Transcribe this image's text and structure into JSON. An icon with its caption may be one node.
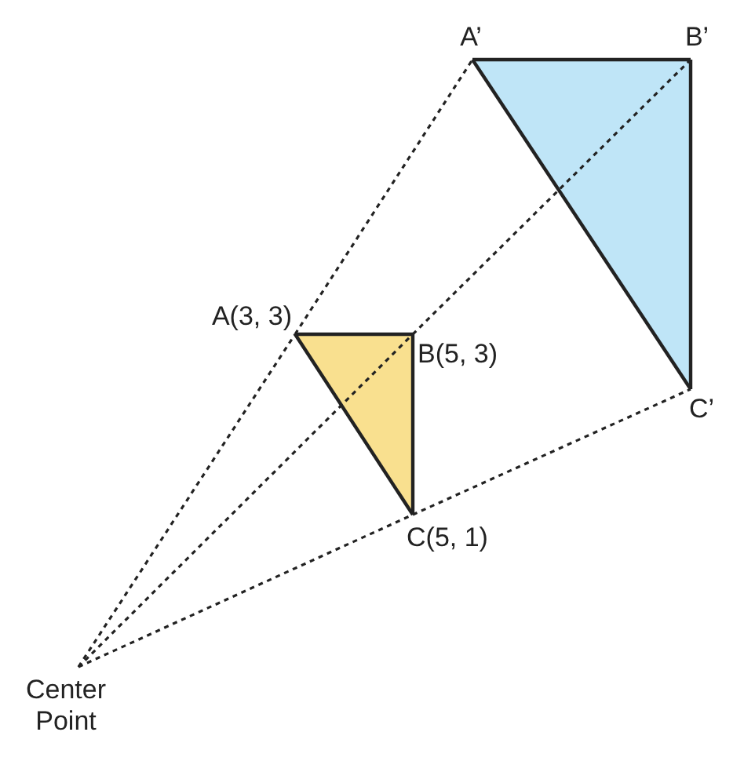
{
  "diagram": {
    "nodes": [
      {
        "text": [
          "Center Point"
        ]
      },
      {
        "text": [
          "A(3, 3)"
        ]
      },
      {
        "text": [
          "B(5, 3)"
        ]
      },
      {
        "text": [
          "C(5, 1)"
        ]
      },
      {
        "text": [
          "A’"
        ]
      },
      {
        "text": [
          "B’"
        ]
      },
      {
        "text": [
          "C’"
        ]
      }
    ],
    "edges": [
      {
        "from": 0,
        "to": 1,
        "arrow": "none",
        "style": "dashed"
      },
      {
        "from": 1,
        "to": 4,
        "arrow": "none",
        "style": "dashed"
      },
      {
        "from": 0,
        "to": 2,
        "arrow": "none",
        "style": "dashed"
      },
      {
        "from": 2,
        "to": 5,
        "arrow": "none",
        "style": "dashed"
      },
      {
        "from": 0,
        "to": 3,
        "arrow": "none",
        "style": "dashed"
      },
      {
        "from": 3,
        "to": 6,
        "arrow": "none",
        "style": "dashed"
      },
      {
        "from": 1,
        "to": 2,
        "arrow": "none"
      },
      {
        "from": 2,
        "to": 3,
        "arrow": "none"
      },
      {
        "from": 3,
        "to": 1,
        "arrow": "none"
      },
      {
        "from": 4,
        "to": 5,
        "arrow": "none"
      },
      {
        "from": 5,
        "to": 6,
        "arrow": "none"
      },
      {
        "from": 6,
        "to": 4,
        "arrow": "none"
      }
    ]
  }
}
